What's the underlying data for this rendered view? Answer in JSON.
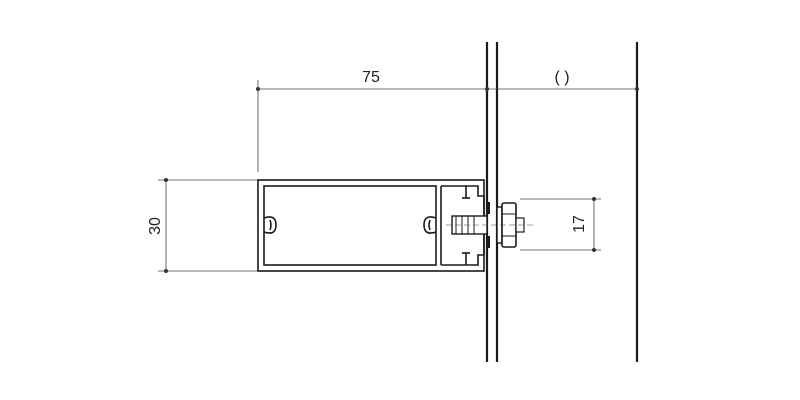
{
  "dimensions": {
    "width_label": "75",
    "height_label": "30",
    "bolt_label": "17",
    "gap_label": "(    )"
  },
  "colors": {
    "line": "#1a1a1a",
    "dimension": "#444444",
    "background": "#ffffff"
  }
}
